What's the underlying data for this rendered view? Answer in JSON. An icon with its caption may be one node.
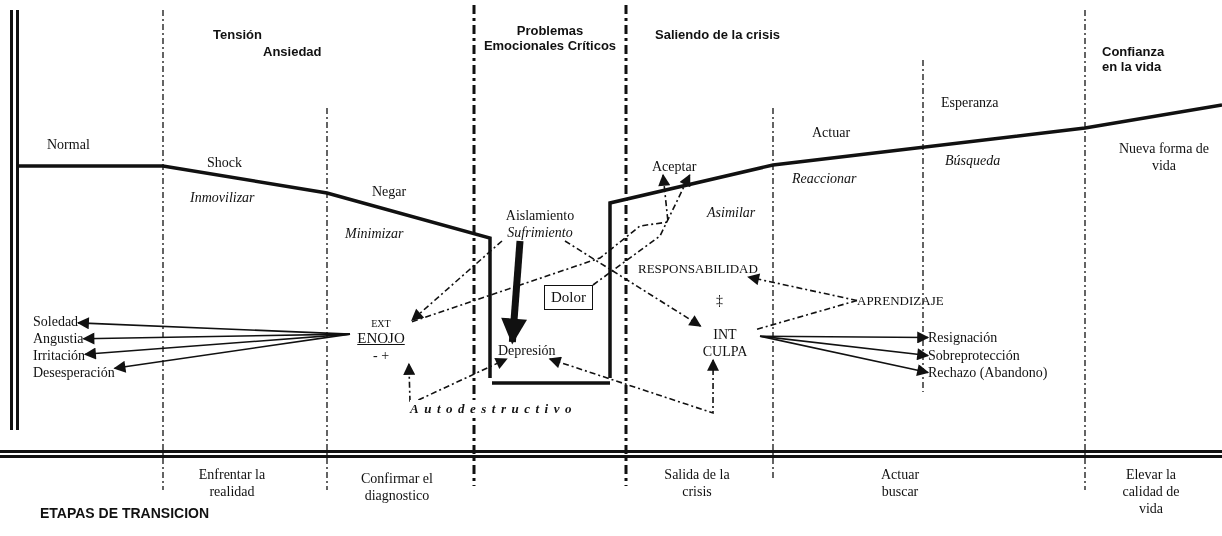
{
  "diagram": {
    "title": "ETAPAS DE TRANSICION",
    "nodes": [
      {
        "text": [
          "Aceptar"
        ]
      },
      {
        "text": [
          "Aislamiento",
          "Sufrimiento"
        ]
      },
      {
        "text": [
          "RESPONSABILIDAD"
        ]
      },
      {
        "text": [
          "Dolor"
        ]
      },
      {
        "text": [
          "APRENDIZAJE"
        ]
      },
      {
        "text": [
          "Soledad"
        ]
      },
      {
        "text": [
          "Angustia"
        ]
      },
      {
        "text": [
          "EXT",
          "ENOJO",
          "- +"
        ]
      },
      {
        "text": [
          "INT",
          "CULPA"
        ]
      },
      {
        "text": [
          "Resignación"
        ]
      },
      {
        "text": [
          "Irritación"
        ]
      },
      {
        "text": [
          "Depresión"
        ]
      },
      {
        "text": [
          "Sobreprotección"
        ]
      },
      {
        "text": [
          "Desesperación"
        ]
      },
      {
        "text": [
          "Rechazo (Abandono)"
        ]
      },
      {
        "text": [
          "Autodestructivo"
        ]
      }
    ],
    "edges": [
      {
        "from": 7,
        "to": 5,
        "arrow": "to"
      },
      {
        "from": 7,
        "to": 6,
        "arrow": "to"
      },
      {
        "from": 7,
        "to": 10,
        "arrow": "to"
      },
      {
        "from": 7,
        "to": 13,
        "arrow": "to"
      },
      {
        "from": 8,
        "to": 9,
        "arrow": "to"
      },
      {
        "from": 8,
        "to": 12,
        "arrow": "to"
      },
      {
        "from": 8,
        "to": 14,
        "arrow": "to"
      },
      {
        "from": 1,
        "to": 7,
        "arrow": "to",
        "style": "dashed"
      },
      {
        "from": 1,
        "to": 8,
        "arrow": "to",
        "style": "dashed"
      },
      {
        "from": 7,
        "to": 0,
        "arrow": "to",
        "style": "dashed"
      },
      {
        "from": 3,
        "to": 0,
        "arrow": "to",
        "style": "dashed"
      },
      {
        "from": 4,
        "to": 2,
        "arrow": "to",
        "style": "dashed"
      },
      {
        "from": 4,
        "to": 8,
        "arrow": "none",
        "style": "dashed"
      },
      {
        "from": 1,
        "to": 11,
        "arrow": "to",
        "style": "thick"
      },
      {
        "from": 15,
        "to": 7,
        "arrow": "to",
        "style": "dashed"
      },
      {
        "from": 15,
        "to": 11,
        "arrow": "to",
        "style": "dashed"
      },
      {
        "from": 11,
        "to": 8,
        "arrow": "both",
        "style": "dashed"
      }
    ],
    "labels": [
      "Tensión",
      "Ansiedad",
      "Problemas Emocionales Críticos",
      "Saliendo de la crisis",
      "Confianza en la vida",
      "Esperanza",
      "Normal",
      "Actuar",
      "Nueva forma de vida",
      "Shock",
      "Búsqueda",
      "Negar",
      "Reaccionar",
      "Inmovilizar",
      "Asimilar",
      "Minimizar",
      "‡",
      "Enfrentar la realidad",
      "Confirmar el diagnostico",
      "Salida de la crisis",
      "Actuar buscar",
      "Elevar la calidad de vida"
    ]
  }
}
